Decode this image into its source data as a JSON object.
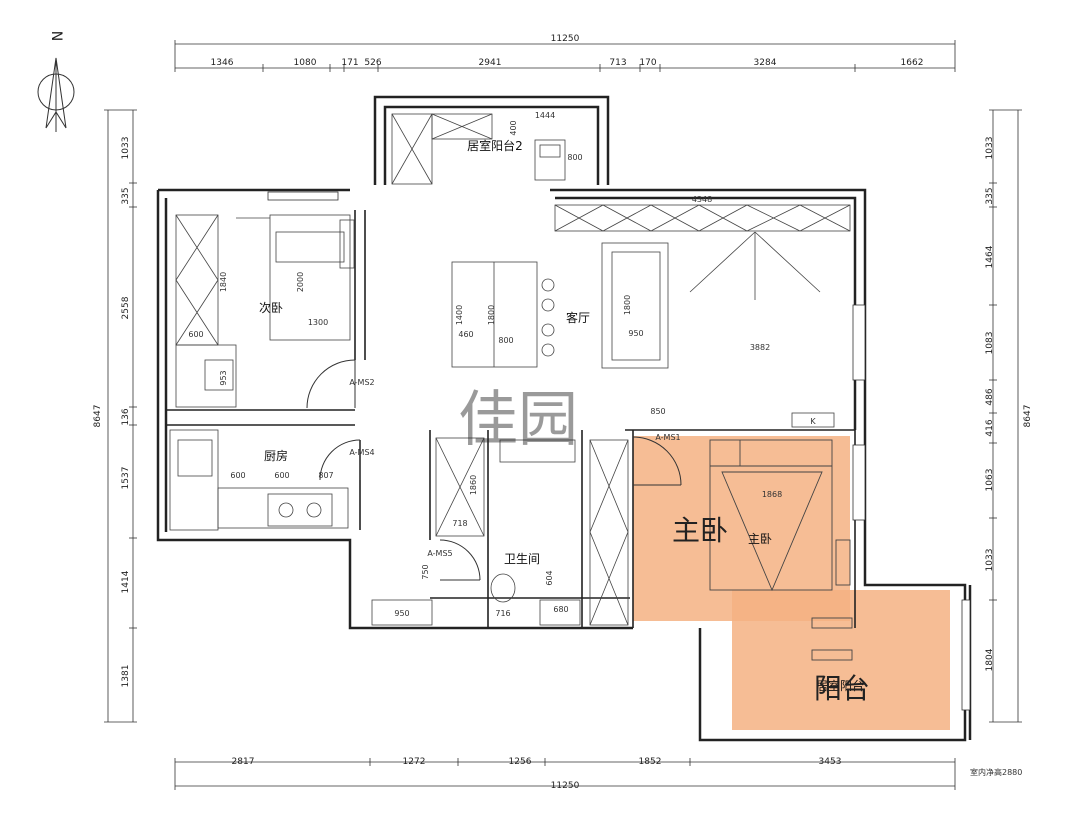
{
  "compass": {
    "north_label": "N"
  },
  "dimensions": {
    "top_total": "11250",
    "top_segments": [
      "1346",
      "1080",
      "171",
      "526",
      "2941",
      "713",
      "170",
      "3284",
      "1662"
    ],
    "bottom_total": "11250",
    "bottom_segments": [
      "2817",
      "1272",
      "1256",
      "1852",
      "3453"
    ],
    "left_total": "8647",
    "left_segments": [
      "1033",
      "335",
      "2558",
      "136",
      "1537",
      "1414",
      "1381"
    ],
    "right_total": "8647",
    "right_segments": [
      "1033",
      "335",
      "1464",
      "1083",
      "486",
      "416",
      "1063",
      "1033",
      "1804"
    ],
    "ceiling_note": "室内净高2880"
  },
  "rooms": {
    "master_balcony2": "居室阳台2",
    "second_bedroom": "次卧",
    "living_room": "客厅",
    "kitchen": "厨房",
    "bathroom": "卫生间",
    "master_bedroom": "主卧",
    "master_balcony": "居室阳台"
  },
  "doors": {
    "ms1": "A-MS1",
    "ms2": "A-MS2",
    "ms4": "A-MS4",
    "ms5": "A-MS5"
  },
  "inner_dims": {
    "balcony_w": "1444",
    "balcony_h": "400",
    "balcony_seat": "800",
    "living_w": "4348",
    "bed_w": "1840",
    "bed_h": "2000",
    "bed_len": "1300",
    "wardrobe": "600",
    "desk": "953",
    "dining_h1": "1400",
    "dining_h2": "1800",
    "dining_w": "460",
    "dining_seat": "800",
    "sofa_h": "1800",
    "sofa_w": "950",
    "living_span": "3882",
    "kitchen_a": "600",
    "kitchen_b": "600",
    "kitchen_c": "807",
    "master_bed": "1868",
    "bath_a": "718",
    "bath_b": "750",
    "bath_c": "716",
    "bath_d": "604",
    "bath_e": "680",
    "bath_f": "1860",
    "corridor": "950",
    "misc_850": "850",
    "tv": "K"
  },
  "annotations": {
    "master_bedroom": "主卧",
    "balcony": "阳台",
    "colors": {
      "bedroom_fill": "#f4b183",
      "annotation_text": "#e03030"
    }
  },
  "watermark": "佳园"
}
